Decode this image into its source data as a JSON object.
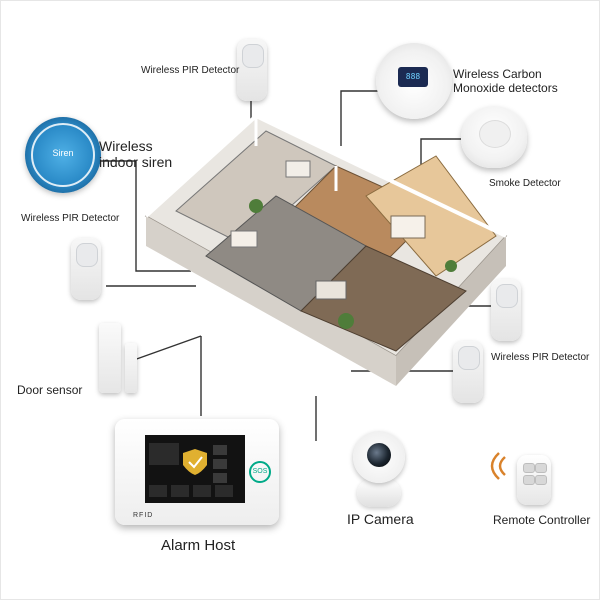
{
  "labels": {
    "pir_top": "Wireless PIR Detector",
    "co_detector": "Wireless Carbon\nMonoxide detectors",
    "siren": "Wireless\nindoor siren",
    "smoke": "Smoke Detector",
    "pir_left": "Wireless PIR Detector",
    "pir_right": "Wireless PIR Detector",
    "door_sensor": "Door sensor",
    "alarm_host": "Alarm Host",
    "ip_camera": "IP Camera",
    "remote": "Remote Controller"
  },
  "device_text": {
    "siren_badge": "Siren",
    "co_display": "888",
    "host_rfid": "RFID",
    "host_sos": "SOS"
  },
  "colors": {
    "siren_blue": "#2a8ac7",
    "host_screen_bg": "#111111",
    "accent_orange": "#d9822b"
  }
}
